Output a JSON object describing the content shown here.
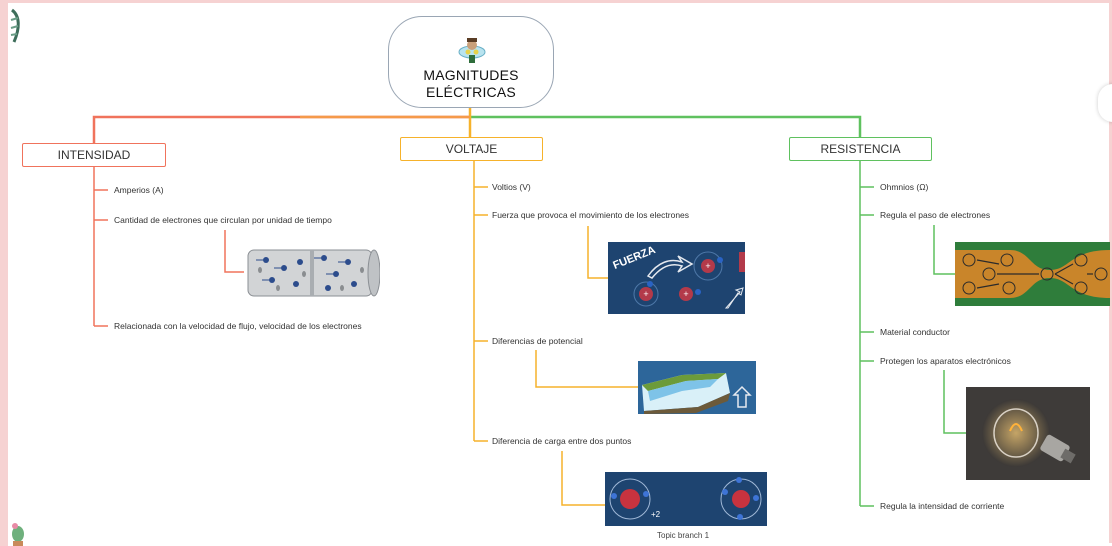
{
  "root": {
    "title_line1": "MAGNITUDES",
    "title_line2": "ELÉCTRICAS"
  },
  "branches": {
    "intensidad": {
      "label": "INTENSIDAD",
      "color": "#f0735c",
      "items": [
        "Amperios (A)",
        "Cantidad de electrones que circulan por unidad de tiempo",
        "Relacionada con la velocidad de flujo, velocidad de los electrones"
      ]
    },
    "voltaje": {
      "label": "VOLTAJE",
      "color": "#f6b22b",
      "items": [
        "Voltios (V)",
        "Fuerza que provoca el movimiento de los electrones",
        "Diferencias de potencial",
        "Diferencia de carga entre dos puntos"
      ],
      "image_text": {
        "fuerza": "FUERZA",
        "charge_label": "+2",
        "caption": "Topic branch 1"
      }
    },
    "resistencia": {
      "label": "RESISTENCIA",
      "color": "#5fc15f",
      "items": [
        "Ohmnios (Ω)",
        "Regula el paso de electrones",
        "Material conductor",
        "Protegen los aparatos electrónicos",
        "Regula la intensidad de corriente"
      ]
    }
  }
}
